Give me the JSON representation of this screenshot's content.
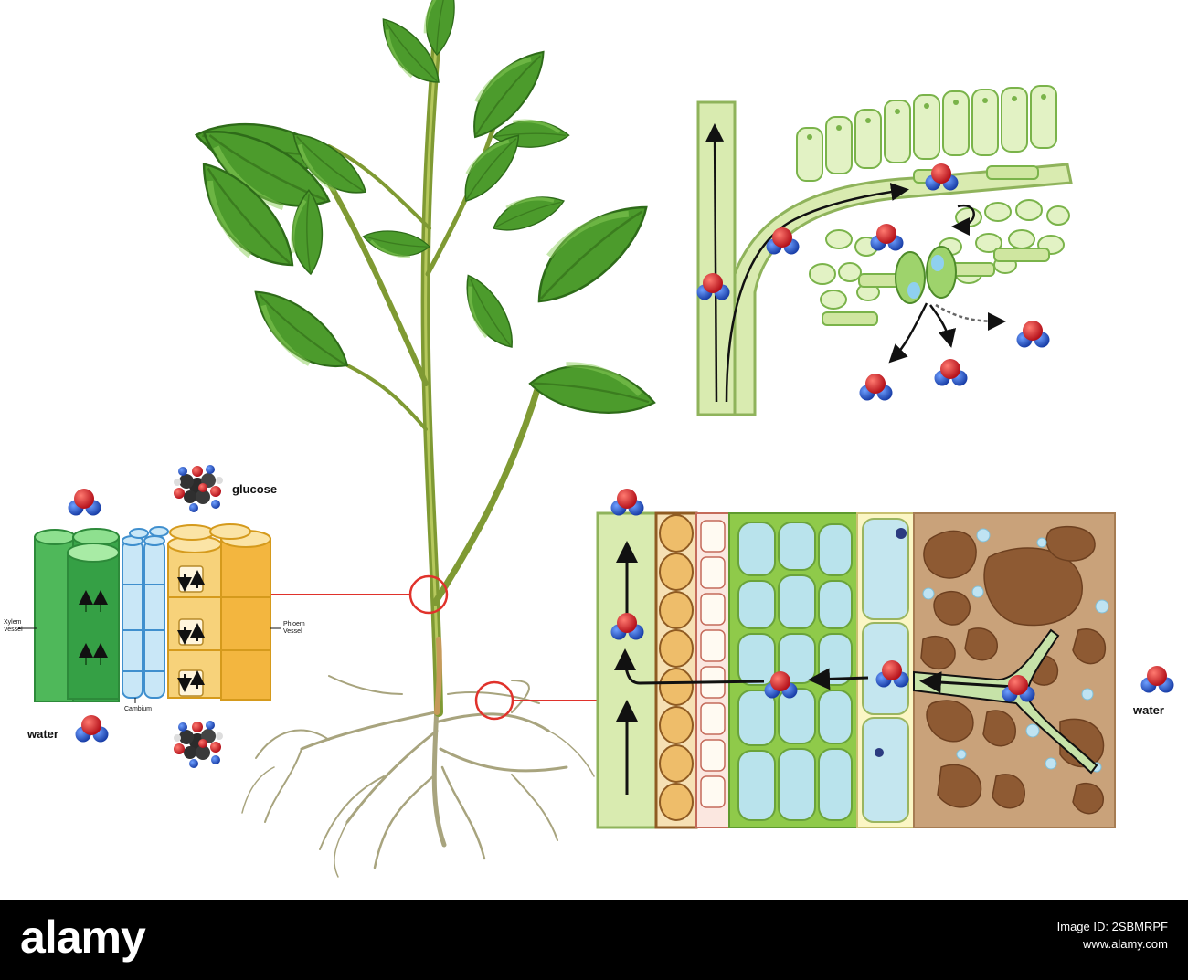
{
  "labels": {
    "glucose": "glucose",
    "water_left": "water",
    "water_right": "water",
    "xylem_vessel_line1": "Xylem",
    "xylem_vessel_line2": "Vessel",
    "phloem_vessel_line1": "Phloem",
    "phloem_vessel_line2": "Vessel",
    "cambium": "Cambium"
  },
  "footer": {
    "logo": "alamy",
    "image_id_label": "Image ID: 2SBMRPF",
    "url": "www.alamy.com"
  },
  "colors": {
    "leaf": "#4a9a2a",
    "stem": "#6f8f2c",
    "root": "#a8a47e",
    "xylem": "#3fae4c",
    "phloem": "#f2b33a",
    "cambium": "#7fbfe8",
    "soil": "#c9a27a",
    "water_oxygen": "#d81f26",
    "water_hydrogen": "#1f55c9",
    "highlight_ring": "#e0322b"
  }
}
